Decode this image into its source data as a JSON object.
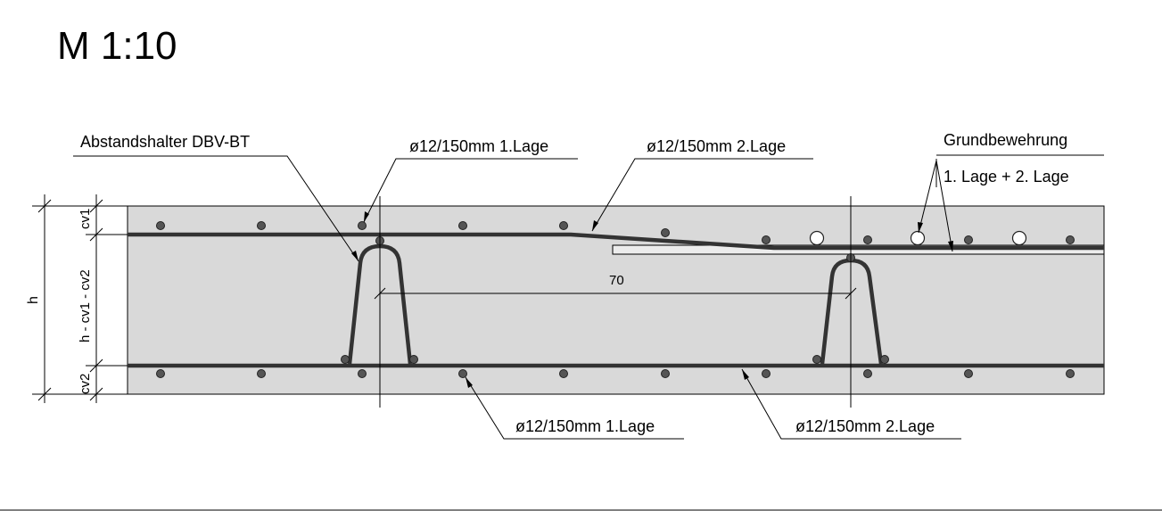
{
  "scale_title": "M 1:10",
  "labels": {
    "spacer": "Abstandshalter DBV-BT",
    "top_layer_1": "ø12/150mm 1.Lage",
    "top_layer_2": "ø12/150mm 2.Lage",
    "basic_reinforcement": "Grundbewehrung",
    "basic_reinforcement_layers": "1. Lage + 2. Lage",
    "bottom_layer_1": "ø12/150mm 1.Lage",
    "bottom_layer_2": "ø12/150mm 2.Lage"
  },
  "dimensions": {
    "total": "h",
    "cover_top": "cv1",
    "inner": "h - cv1 - cv2",
    "cover_bottom": "cv2",
    "spacer_distance": "70"
  },
  "colors": {
    "concrete": "#d9d9d9",
    "rebar": "#555555",
    "line": "#000000"
  }
}
